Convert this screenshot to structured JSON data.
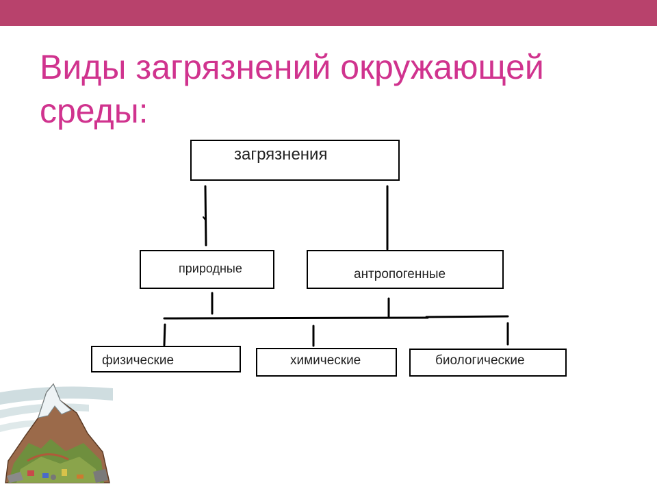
{
  "slide": {
    "title": "Виды загрязнений окружающей\nсреды:"
  },
  "diagram": {
    "root": {
      "label": "загрязнения"
    },
    "level1": [
      {
        "label": "природные"
      },
      {
        "label": "антропогенные"
      }
    ],
    "level2": [
      {
        "label": "физические"
      },
      {
        "label": "химические"
      },
      {
        "label": "биологические"
      }
    ]
  },
  "colors": {
    "top_bar": "#b8426c",
    "title": "#d0338e",
    "lines": "#000000"
  },
  "illustration": {
    "icon": "polluted-mountain-icon"
  }
}
